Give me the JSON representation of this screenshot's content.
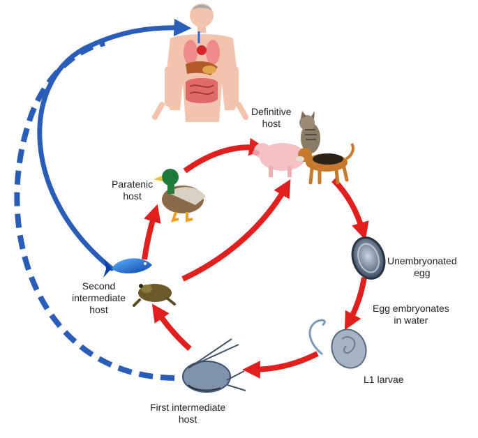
{
  "labels": {
    "definitive_host": [
      "Definitive",
      "host"
    ],
    "paratenic_host": [
      "Paratenic",
      "host"
    ],
    "second_intermediate_host": [
      "Second",
      "intermediate",
      "host"
    ],
    "unembryonated_egg": [
      "Unembryonated",
      "egg"
    ],
    "egg_embryonates": [
      "Egg embryonates",
      "in water"
    ],
    "l1_larvae": [
      "L1 larvae"
    ],
    "first_intermediate_host": [
      "First intermediate",
      "host"
    ]
  },
  "icons": {
    "human": "human-body-organs-icon",
    "duck": "mallard-duck-icon",
    "pig": "pig-icon",
    "cat": "cat-icon",
    "dog": "dog-icon",
    "fish": "fish-icon",
    "frog": "frog-icon",
    "egg": "unembryonated-egg-icon",
    "larva": "l1-larva-icon",
    "copepod": "copepod-icon"
  },
  "colors": {
    "cycle_arrow": "#e0201e",
    "human_path": "#2a5db8"
  }
}
